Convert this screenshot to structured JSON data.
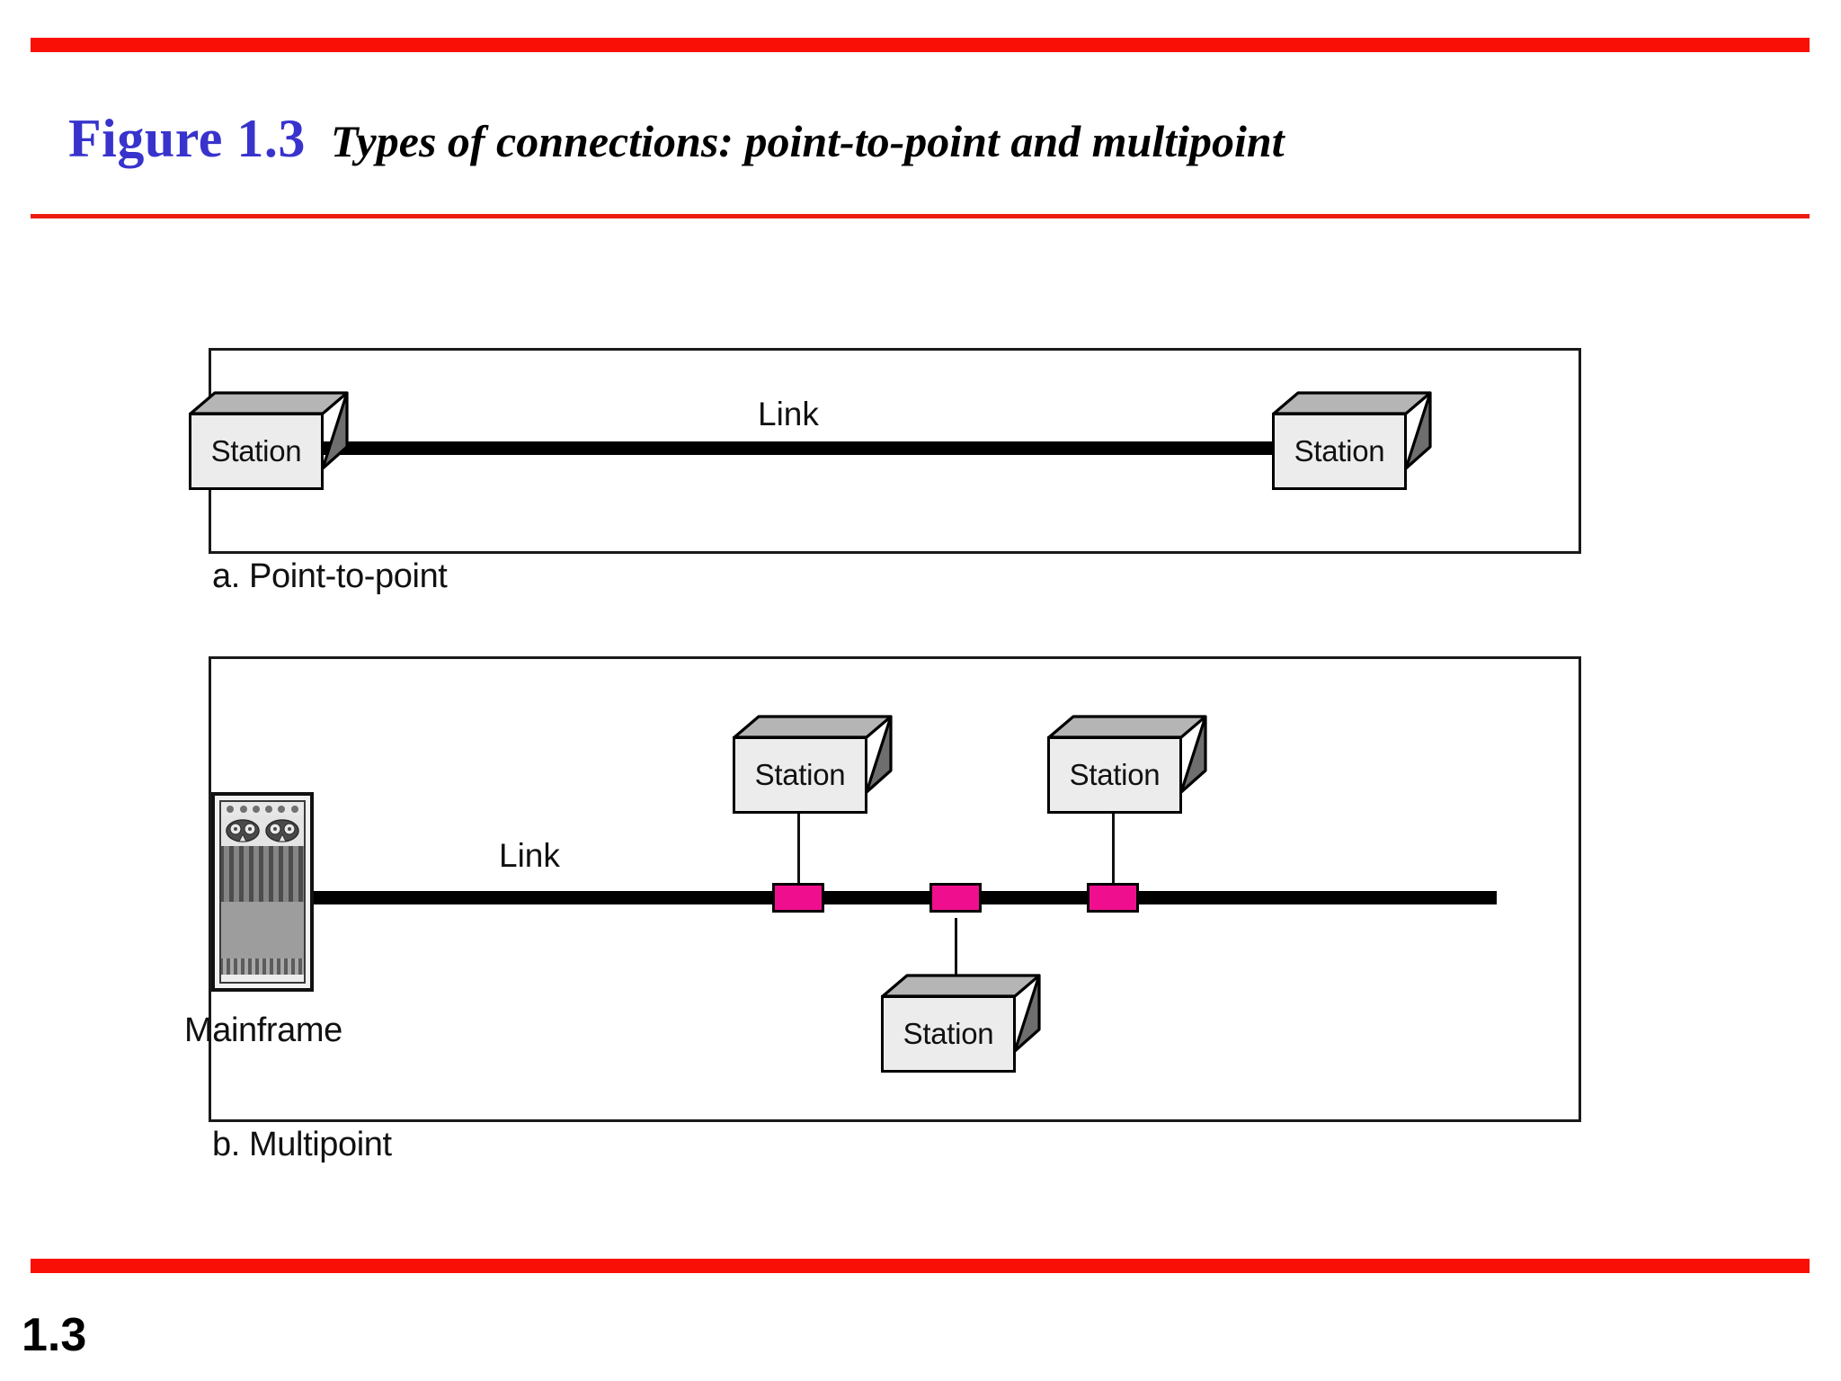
{
  "header": {
    "figure_number": "Figure 1.3",
    "caption": "Types of connections: point-to-point and multipoint",
    "figure_number_color": "#3833cc",
    "rule_color": "#fa0f07"
  },
  "footer": {
    "page_number": "1.3"
  },
  "panels": [
    {
      "id": "panel-a",
      "label": "a. Point-to-point",
      "link_label": "Link",
      "nodes": [
        {
          "type": "station",
          "label": "Station",
          "position": "left"
        },
        {
          "type": "station",
          "label": "Station",
          "position": "right"
        }
      ]
    },
    {
      "id": "panel-b",
      "label": "b. Multipoint",
      "link_label": "Link",
      "nodes": [
        {
          "type": "mainframe",
          "label": "Mainframe",
          "position": "left"
        },
        {
          "type": "station",
          "label": "Station",
          "position": "top-1"
        },
        {
          "type": "station",
          "label": "Station",
          "position": "top-2"
        },
        {
          "type": "station",
          "label": "Station",
          "position": "bottom-1"
        }
      ],
      "taps": [
        {
          "name": "tap-1",
          "color": "#ef0f8e"
        },
        {
          "name": "tap-2",
          "color": "#ef0f8e"
        },
        {
          "name": "tap-3",
          "color": "#ef0f8e"
        }
      ]
    }
  ],
  "colors": {
    "accent_red": "#fa0f07",
    "figure_blue": "#3833cc",
    "tap_magenta": "#ef0f8e",
    "box_face": "#ececec",
    "box_top": "#b5b5b5",
    "box_side": "#6e6e6e"
  }
}
